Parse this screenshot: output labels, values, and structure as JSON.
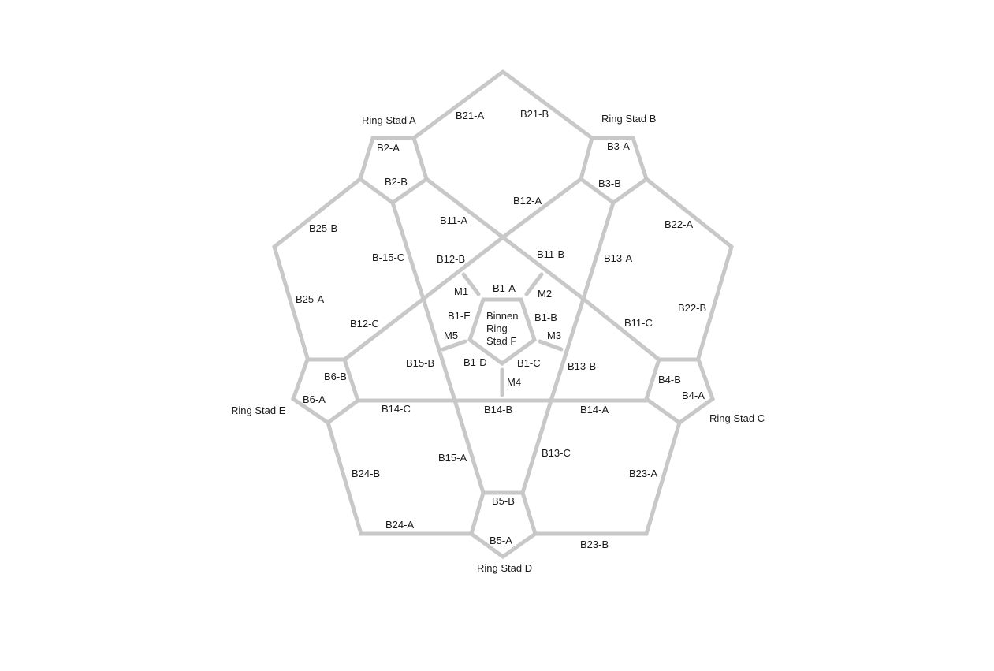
{
  "diagram": {
    "line_color": "#c8c8c8",
    "text_color": "#1a1a1a",
    "rings": {
      "a": "Ring Stad A",
      "b": "Ring Stad B",
      "c": "Ring Stad C",
      "d": "Ring Stad D",
      "e": "Ring Stad E",
      "f_line1": "Binnen",
      "f_line2": "Ring",
      "f_line3": "Stad F"
    },
    "segments": {
      "b21a": "B21-A",
      "b21b": "B21-B",
      "b2a": "B2-A",
      "b2b": "B2-B",
      "b3a": "B3-A",
      "b3b": "B3-B",
      "b12a": "B12-A",
      "b11a": "B11-A",
      "b25b": "B25-B",
      "b22a": "B22-A",
      "b15c": "B-15-C",
      "b12b": "B12-B",
      "b11b": "B11-B",
      "b13a": "B13-A",
      "m1": "M1",
      "b1a": "B1-A",
      "m2": "M2",
      "b25a": "B25-A",
      "b1e": "B1-E",
      "b1b": "B1-B",
      "b22b": "B22-B",
      "b12c": "B12-C",
      "b11c": "B11-C",
      "m5": "M5",
      "m3": "M3",
      "b15b": "B15-B",
      "b1d": "B1-D",
      "b1c": "B1-C",
      "b13b": "B13-B",
      "b6b": "B6-B",
      "b4b": "B4-B",
      "m4": "M4",
      "b4a": "B4-A",
      "b6a": "B6-A",
      "b14c": "B14-C",
      "b14b": "B14-B",
      "b14a": "B14-A",
      "b15a": "B15-A",
      "b13c": "B13-C",
      "b24b": "B24-B",
      "b23a": "B23-A",
      "b5b": "B5-B",
      "b24a": "B24-A",
      "b5a": "B5-A",
      "b23b": "B23-B"
    }
  }
}
